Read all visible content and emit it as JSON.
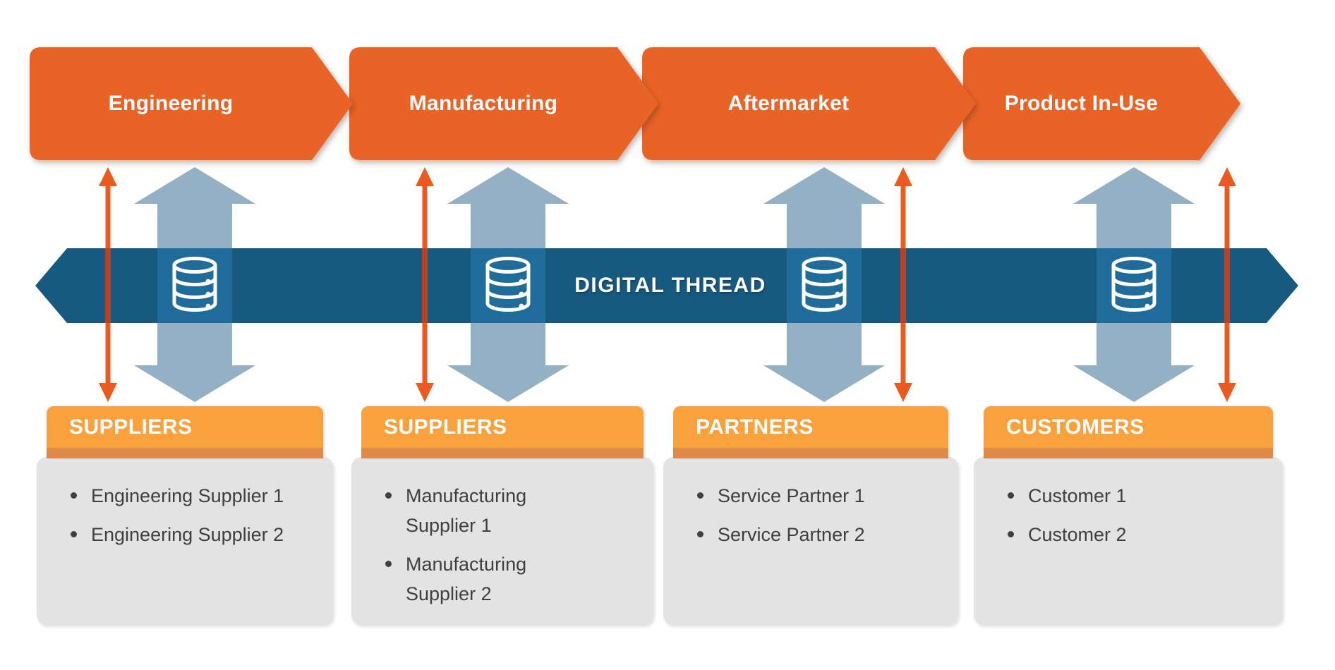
{
  "stages": [
    {
      "label": "Engineering"
    },
    {
      "label": "Manufacturing"
    },
    {
      "label": "Aftermarket"
    },
    {
      "label": "Product In-Use"
    }
  ],
  "digital_thread": {
    "label": "DIGITAL THREAD"
  },
  "groups": [
    {
      "title": "SUPPLIERS",
      "items": [
        "Engineering Supplier 1",
        "Engineering Supplier 2"
      ]
    },
    {
      "title": "SUPPLIERS",
      "items": [
        "Manufacturing Supplier 1",
        "Manufacturing Supplier 2"
      ]
    },
    {
      "title": "PARTNERS",
      "items": [
        "Service Partner 1",
        "Service Partner 2"
      ]
    },
    {
      "title": "CUSTOMERS",
      "items": [
        "Customer 1",
        "Customer 2"
      ]
    }
  ],
  "icons": {
    "database": "database-icon"
  },
  "colors": {
    "stage_orange": "#E96226",
    "band_blue": "#17597F",
    "band_overlap_blue": "#1F6B99",
    "arrow_light_blue": "#93B0C5",
    "thin_arrow_orange": "#EB5B21",
    "thin_arrow_on_band": "#C23E1F",
    "tab_orange": "#F9A13C",
    "tab_strip_orange": "#DE8A4A",
    "box_gray": "#E3E3E3",
    "text_gray": "#3F3F3F"
  }
}
